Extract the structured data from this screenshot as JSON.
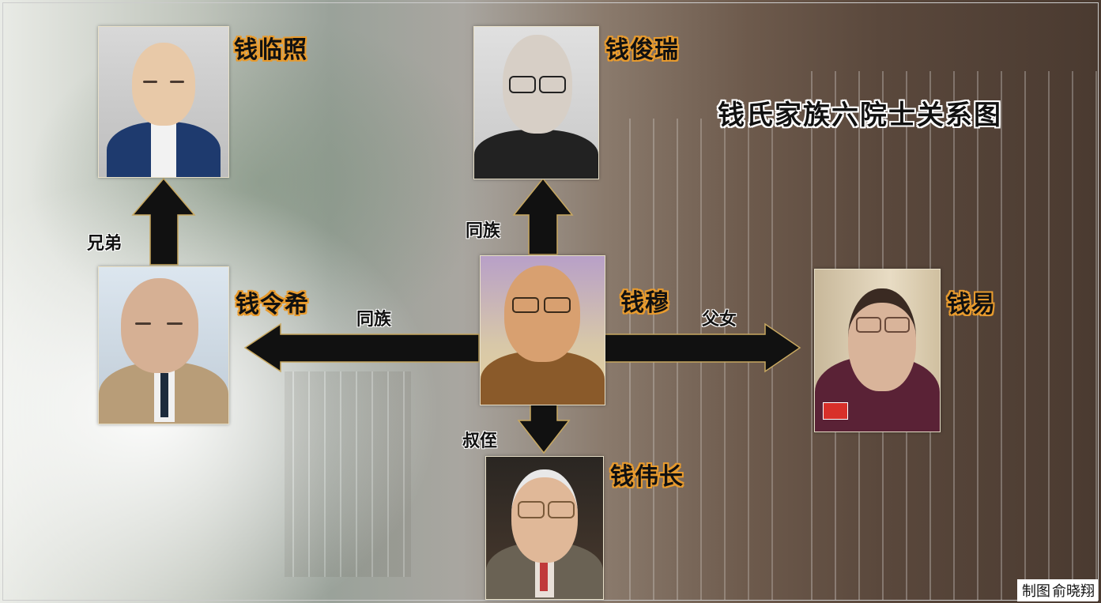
{
  "title": "钱氏家族六院士关系图",
  "credit": {
    "label": "制图",
    "author": "俞晓翔"
  },
  "people": {
    "qian_linzhao": "钱临照",
    "qian_junrui": "钱俊瑞",
    "qian_lingxi": "钱令希",
    "qian_mu": "钱穆",
    "qian_yi": "钱易",
    "qian_weichang": "钱伟长"
  },
  "relations": {
    "brothers": "兄弟",
    "same_clan_top": "同族",
    "same_clan_left": "同族",
    "father_daughter": "父女",
    "uncle_nephew": "叔侄"
  },
  "colors": {
    "name_outline": "#e89b2e",
    "arrow": "#111111",
    "arrow_edge": "#c8a860"
  }
}
